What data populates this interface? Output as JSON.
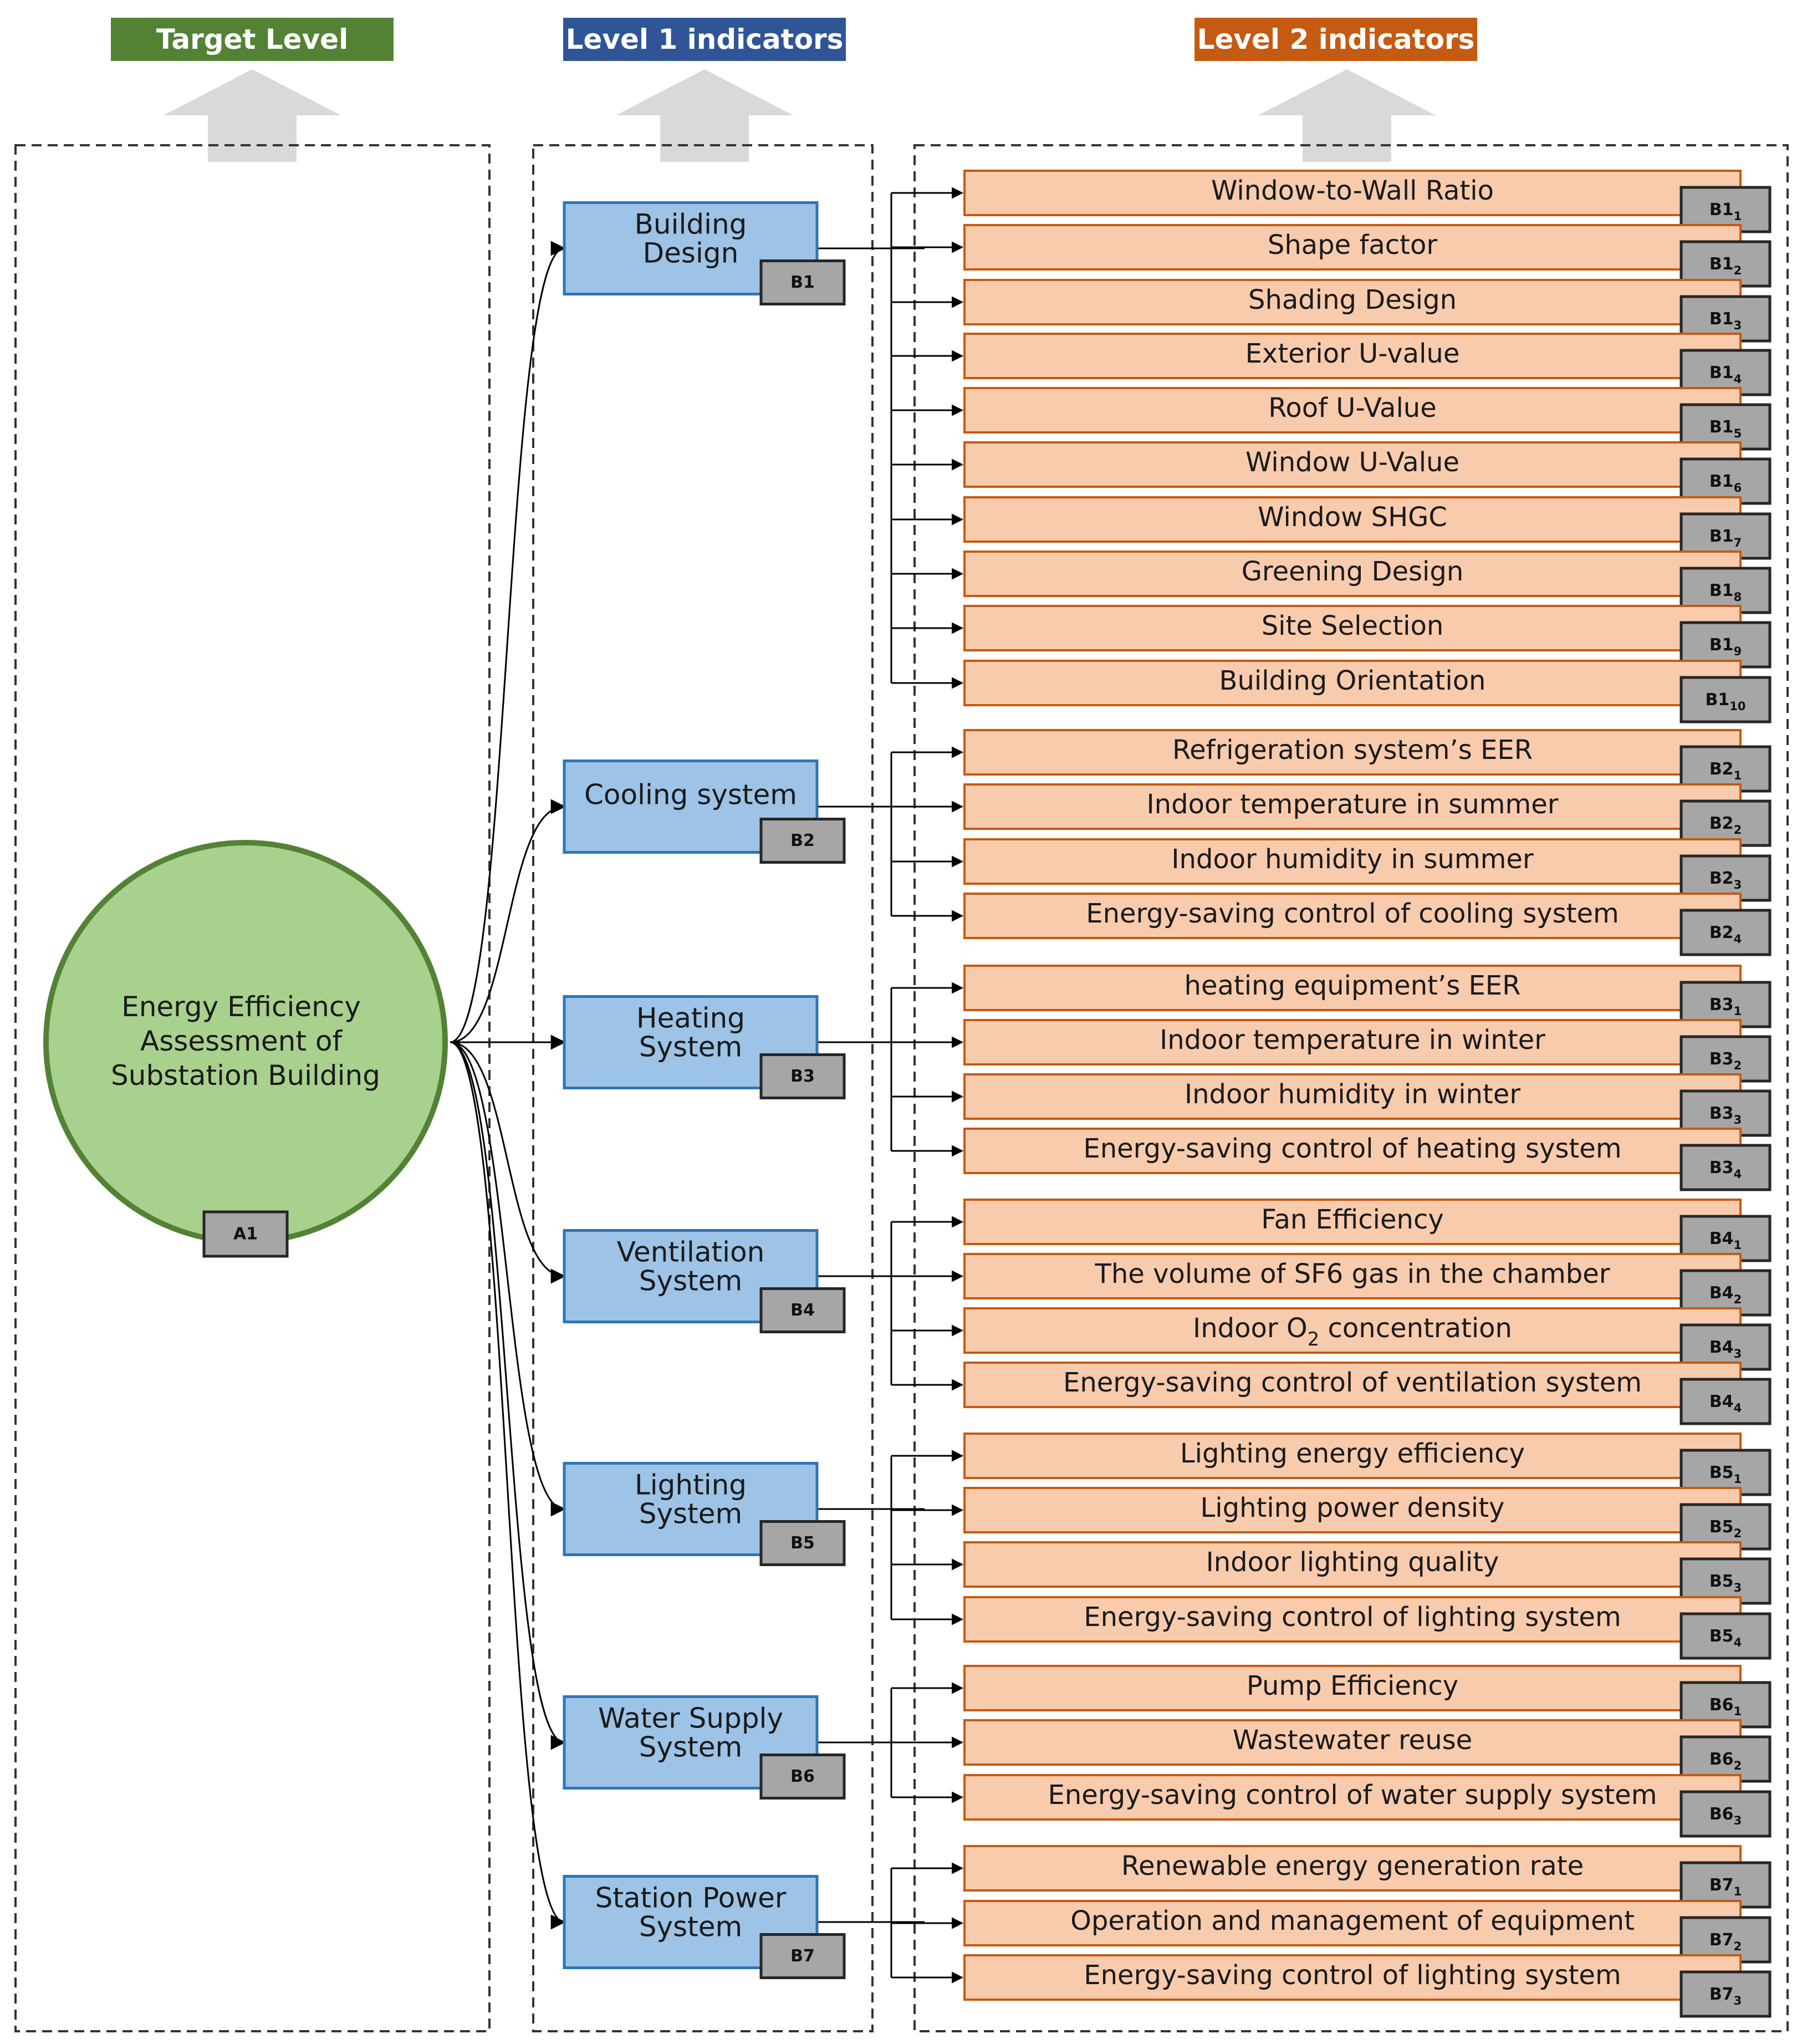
{
  "headers": {
    "target": "Target Level",
    "level1": "Level 1 indicators",
    "level2": "Level 2 indicators"
  },
  "colors": {
    "target_header": "#548235",
    "level1_header": "#2f5597",
    "level2_header": "#c55a11",
    "circle_fill": "#a9d18e",
    "circle_stroke": "#548235",
    "level1_fill": "#9dc3e6",
    "level1_stroke": "#2e75b6",
    "level2_fill": "#f8cbad",
    "level2_stroke": "#c55a11",
    "code_fill": "#a6a6a6",
    "code_stroke": "#262626",
    "arrow_up": "#d9d9d9"
  },
  "target": {
    "lines": [
      "Energy Efficiency",
      "Assessment of",
      "Substation Building"
    ],
    "code": "A1"
  },
  "level1": [
    {
      "lines": [
        "Building",
        "Design"
      ],
      "code": "B1",
      "children": [
        {
          "label": "Window-to-Wall Ratio",
          "code": "B1",
          "sub": "1"
        },
        {
          "label": "Shape factor",
          "code": "B1",
          "sub": "2"
        },
        {
          "label": "Shading Design",
          "code": "B1",
          "sub": "3"
        },
        {
          "label": "Exterior U-value",
          "code": "B1",
          "sub": "4"
        },
        {
          "label": "Roof U-Value",
          "code": "B1",
          "sub": "5"
        },
        {
          "label": "Window U-Value",
          "code": "B1",
          "sub": "6"
        },
        {
          "label": "Window SHGC",
          "code": "B1",
          "sub": "7"
        },
        {
          "label": "Greening Design",
          "code": "B1",
          "sub": "8"
        },
        {
          "label": "Site Selection",
          "code": "B1",
          "sub": "9"
        },
        {
          "label": "Building Orientation",
          "code": "B1",
          "sub": "10"
        }
      ]
    },
    {
      "lines": [
        "Cooling system"
      ],
      "code": "B2",
      "children": [
        {
          "label": "Refrigeration system’s EER",
          "code": "B2",
          "sub": "1"
        },
        {
          "label": "Indoor temperature in summer",
          "code": "B2",
          "sub": "2"
        },
        {
          "label": "Indoor humidity in summer",
          "code": "B2",
          "sub": "3"
        },
        {
          "label": "Energy-saving control of cooling system",
          "code": "B2",
          "sub": "4"
        }
      ]
    },
    {
      "lines": [
        "Heating",
        "System"
      ],
      "code": "B3",
      "children": [
        {
          "label": "heating equipment’s EER",
          "code": "B3",
          "sub": "1"
        },
        {
          "label": "Indoor temperature in winter",
          "code": "B3",
          "sub": "2"
        },
        {
          "label": "Indoor humidity in winter",
          "code": "B3",
          "sub": "3"
        },
        {
          "label": "Energy-saving control of heating system",
          "code": "B3",
          "sub": "4"
        }
      ]
    },
    {
      "lines": [
        "Ventilation",
        "System"
      ],
      "code": "B4",
      "children": [
        {
          "label": "Fan Efficiency",
          "code": "B4",
          "sub": "1"
        },
        {
          "label": "The volume of SF6 gas in the chamber",
          "code": "B4",
          "sub": "2"
        },
        {
          "label": "Indoor O",
          "label_sub": "2",
          "label_after": " concentration",
          "code": "B4",
          "sub": "3"
        },
        {
          "label": "Energy-saving control of ventilation system",
          "code": "B4",
          "sub": "4"
        }
      ]
    },
    {
      "lines": [
        "Lighting",
        "System"
      ],
      "code": "B5",
      "children": [
        {
          "label": "Lighting energy efficiency",
          "code": "B5",
          "sub": "1"
        },
        {
          "label": "Lighting power density",
          "code": "B5",
          "sub": "2"
        },
        {
          "label": "Indoor lighting quality",
          "code": "B5",
          "sub": "3"
        },
        {
          "label": "Energy-saving control of lighting system",
          "code": "B5",
          "sub": "4"
        }
      ]
    },
    {
      "lines": [
        "Water Supply",
        "System"
      ],
      "code": "B6",
      "children": [
        {
          "label": "Pump Efficiency",
          "code": "B6",
          "sub": "1"
        },
        {
          "label": "Wastewater reuse",
          "code": "B6",
          "sub": "2"
        },
        {
          "label": "Energy-saving control of water supply system",
          "code": "B6",
          "sub": "3"
        }
      ]
    },
    {
      "lines": [
        "Station Power",
        "System"
      ],
      "code": "B7",
      "children": [
        {
          "label": "Renewable energy generation rate",
          "code": "B7",
          "sub": "1"
        },
        {
          "label": "Operation and management of equipment",
          "code": "B7",
          "sub": "2"
        },
        {
          "label": "Energy-saving control of lighting system",
          "code": "B7",
          "sub": "3"
        }
      ]
    }
  ]
}
